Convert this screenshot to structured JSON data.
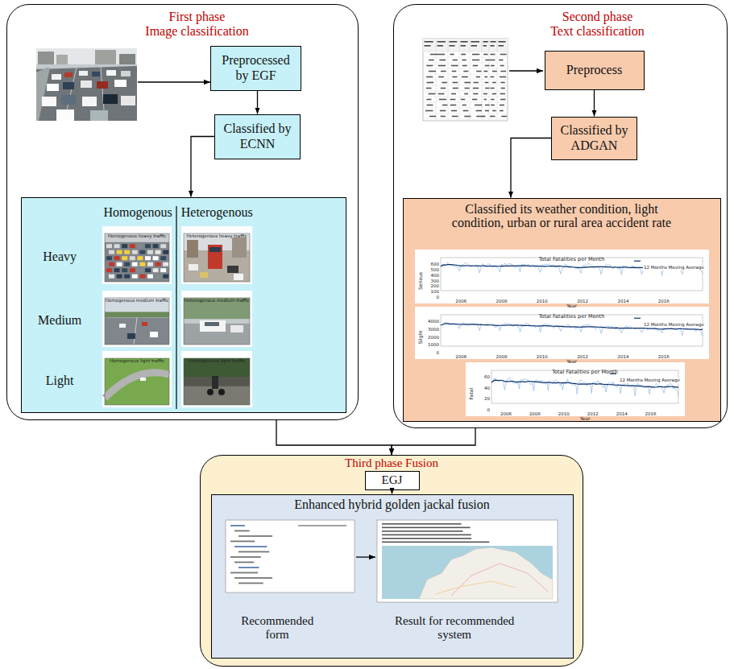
{
  "diagram": {
    "nodes": [
      {
        "text": [
          "First phase",
          "Image classification"
        ]
      },
      {
        "text": [
          "Preprocessed by EGF"
        ],
        "in": 0
      },
      {
        "text": [
          "Classified by ECNN"
        ],
        "in": 0
      },
      {
        "text": [
          "Homogenous",
          "Heterogenous",
          "Heavy",
          "Medium",
          "Light"
        ],
        "in": 0
      },
      {
        "text": [
          "Second phase",
          "Text classification"
        ]
      },
      {
        "text": [
          "Preprocess"
        ],
        "in": 4
      },
      {
        "text": [
          "Classified by ADGAN"
        ],
        "in": 4
      },
      {
        "text": [
          "Classified its weather condition, light condition, urban or rural area accident rate"
        ],
        "in": 4
      },
      {
        "text": [
          "Third phase Fusion"
        ]
      },
      {
        "text": [
          "EGJ"
        ],
        "in": 8
      },
      {
        "text": [
          "Enhanced hybrid golden jackal fusion",
          "Recommended form",
          "Result for recommended system"
        ],
        "in": 8
      }
    ],
    "edges": [
      {
        "from": 1,
        "to": 2,
        "arrow": "to"
      },
      {
        "from": 2,
        "to": 3,
        "arrow": "to"
      },
      {
        "from": 5,
        "to": 6,
        "arrow": "to"
      },
      {
        "from": 6,
        "to": 7,
        "arrow": "to"
      },
      {
        "from": 0,
        "to": 8,
        "arrow": "to"
      },
      {
        "from": 4,
        "to": 8,
        "arrow": "to"
      },
      {
        "from": 9,
        "to": 10,
        "arrow": "to"
      }
    ],
    "labels": [
      "Homogenous heavy traffic",
      "Heterogenous heavy traffic",
      "Homogenous medium traffic",
      "Heterogenous medium traffic",
      "Homogenous light traffic",
      "Heterogenous light traffic",
      "Total Fatalities per Month",
      "12 Months Moving Average",
      "Serious",
      "600",
      "500",
      "400",
      "300",
      "200",
      "100",
      "0",
      "2006",
      "2008",
      "2010",
      "2012",
      "2014",
      "2016",
      "Year",
      "Total Fatalities per Month",
      "12 Months Moving Average",
      "Slight",
      "4000",
      "3000",
      "2000",
      "1000",
      "0",
      "2006",
      "2008",
      "2010",
      "2012",
      "2014",
      "2016",
      "Year",
      "Total Fatalities per Month",
      "12 Months Moving Average",
      "Fatal",
      "60",
      "40",
      "20",
      "0",
      "2006",
      "2008",
      "2010",
      "2012",
      "2014",
      "2016",
      "Year"
    ]
  }
}
